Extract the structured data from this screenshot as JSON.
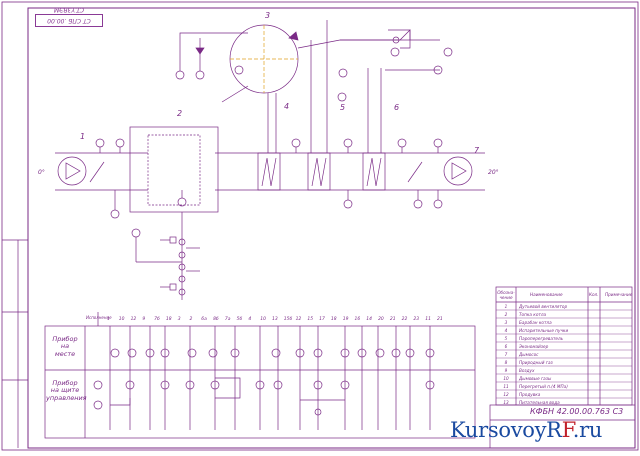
{
  "drawing": {
    "stamp": "CT CПБ .00.00 CT.Y3ВЭМ",
    "doc_code": "КФБН 42.00.00.763 C3",
    "watermark": {
      "main": "KursovoyR",
      "accent": "F",
      "tld": ".ru"
    },
    "equipment_labels": [
      "1",
      "2",
      "3",
      "4",
      "5",
      "6",
      "7"
    ],
    "flow_labels": {
      "inlet": "0°",
      "outlet": "20°"
    },
    "row_headers": {
      "local": "Прибор\nна\nместе",
      "panel": "Прибор\nна щите\nуправления",
      "column_label": "Исполнение"
    },
    "instrument_numbers": [
      "1",
      "10",
      "12",
      "9",
      "7б",
      "18",
      "3",
      "2",
      "6а",
      "8б",
      "7а",
      "5б",
      "4",
      "10",
      "13",
      "15б",
      "12",
      "15",
      "17",
      "18",
      "19",
      "16",
      "14",
      "20",
      "21",
      "22",
      "23",
      "11",
      "21"
    ],
    "legend": {
      "headers": [
        "Обозна-\nчение",
        "Наименование",
        "Кол.",
        "Примечание"
      ],
      "rows": [
        {
          "n": "1",
          "name": "Дутьевой вентилятор"
        },
        {
          "n": "2",
          "name": "Топка котла"
        },
        {
          "n": "3",
          "name": "Барабан котла"
        },
        {
          "n": "4",
          "name": "Испарительные пучки"
        },
        {
          "n": "5",
          "name": "Пароперегреватель"
        },
        {
          "n": "6",
          "name": "Экономайзер"
        },
        {
          "n": "7",
          "name": "Дымосос"
        },
        {
          "n": "8",
          "name": "Природный газ"
        },
        {
          "n": "9",
          "name": "Воздух"
        },
        {
          "n": "10",
          "name": "Дымовые газы"
        },
        {
          "n": "11",
          "name": "Перегретый п.(4 МПа)"
        },
        {
          "n": "12",
          "name": "Продувка"
        },
        {
          "n": "13",
          "name": "Питательная вода"
        }
      ]
    }
  }
}
